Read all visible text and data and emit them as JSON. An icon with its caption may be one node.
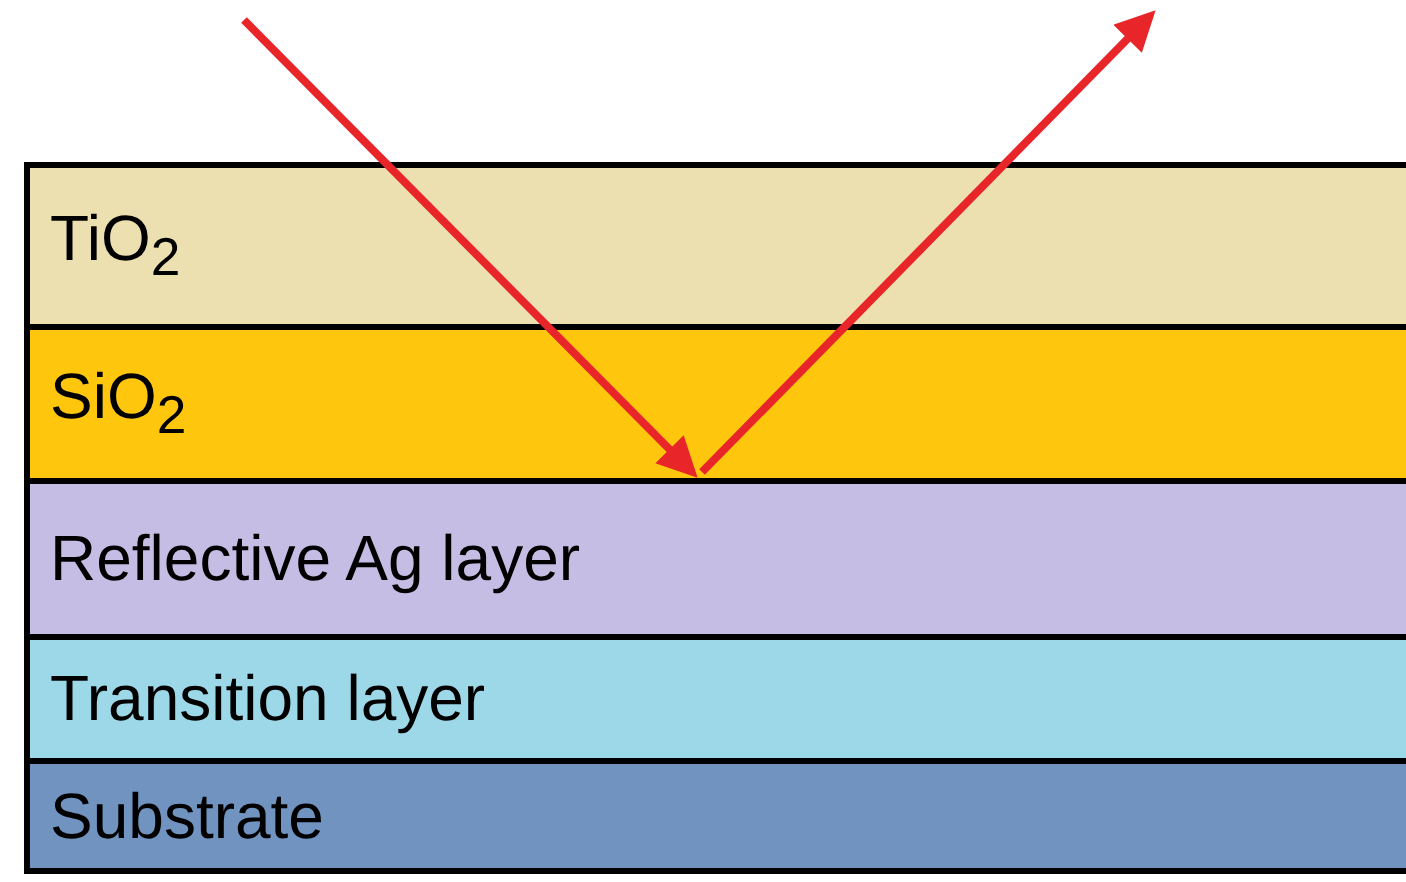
{
  "diagram": {
    "nodes": [
      {
        "text": [
          "TiO$_{2}$"
        ]
      },
      {
        "text": [
          "SiO$_{2}$"
        ]
      },
      {
        "text": [
          "Reflective Ag layer"
        ]
      },
      {
        "text": [
          "Transition layer"
        ]
      },
      {
        "text": [
          "Substrate"
        ]
      }
    ],
    "edges": [
      {
        "from": null,
        "to": 1,
        "arrow": "to",
        "color": "#e8262a"
      },
      {
        "from": 1,
        "to": null,
        "arrow": "to",
        "color": "#e8262a"
      }
    ]
  }
}
